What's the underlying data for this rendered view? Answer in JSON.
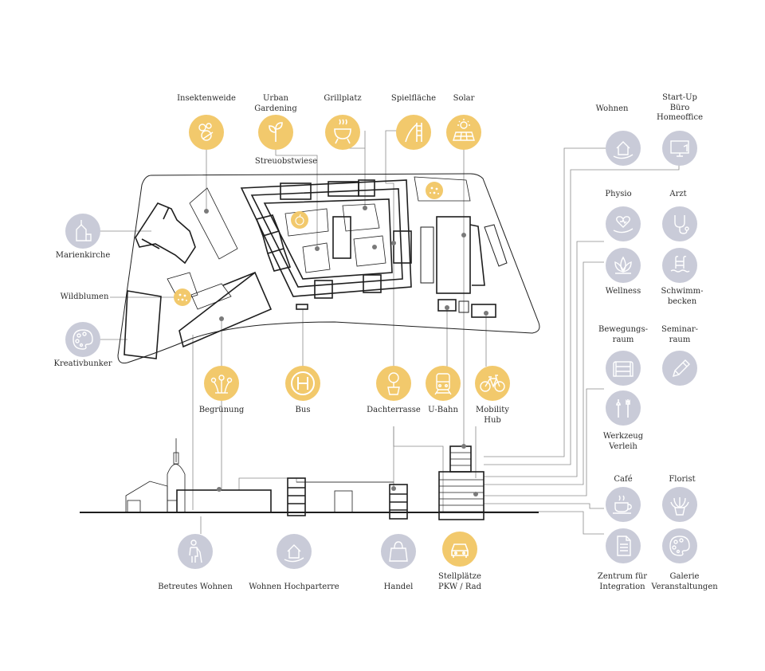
{
  "diagram": {
    "colors": {
      "yellow": "#f2c96c",
      "grey": "#c9cbd8",
      "line": "#1e1e1e",
      "leader": "#8a8a8a",
      "icon": "#ffffff"
    },
    "labels": {
      "insektenweide": "Insektenweide",
      "urban_gardening": "Urban\nGardening",
      "grillplatz": "Grillplatz",
      "spielflaeche": "Spielfläche",
      "solar": "Solar",
      "streuobstwiese": "Streuobstwiese",
      "marienkirche": "Marienkirche",
      "wildblumen": "Wildblumen",
      "kreativbunker": "Kreativbunker",
      "begruenung": "Begrünung",
      "bus": "Bus",
      "dachterrasse": "Dachterrasse",
      "ubahn": "U-Bahn",
      "mobility_hub": "Mobility\nHub",
      "wohnen": "Wohnen",
      "startup": "Start-Up\nBüro\nHomeoffice",
      "physio": "Physio",
      "arzt": "Arzt",
      "wellness": "Wellness",
      "schwimmbecken": "Schwimm-\nbecken",
      "bewegungsraum": "Bewegungs-\nraum",
      "seminarraum": "Seminar-\nraum",
      "werkzeug": "Werkzeug\nVerleih",
      "cafe": "Café",
      "florist": "Florist",
      "zentrum": "Zentrum für\nIntegration",
      "galerie": "Galerie\nVeranstaltungen",
      "betreutes_wohnen": "Betreutes Wohnen",
      "wohnen_hochparterre": "Wohnen Hochparterre",
      "handel": "Handel",
      "stellplaetze": "Stellplätze\nPKW / Rad"
    },
    "icons": {
      "insektenweide": "bee-flower-icon",
      "urban_gardening": "sprout-icon",
      "grillplatz": "grill-icon",
      "spielflaeche": "slide-icon",
      "solar": "solar-panel-icon",
      "streuobstwiese": "apple-icon",
      "wildblumen": "wildflowers-icon",
      "marienkirche": "church-icon",
      "kreativbunker": "palette-icon",
      "begruenung": "plants-icon",
      "bus": "bus-stop-icon",
      "dachterrasse": "potted-tree-icon",
      "ubahn": "subway-train-icon",
      "mobility_hub": "bicycle-icon",
      "wohnen": "house-hand-icon",
      "startup": "computer-icon",
      "physio": "heart-hand-icon",
      "arzt": "stethoscope-icon",
      "wellness": "lotus-icon",
      "schwimmbecken": "pool-ladder-icon",
      "bewegungsraum": "yoga-mat-icon",
      "seminarraum": "pencil-icon",
      "werkzeug": "tools-icon",
      "cafe": "coffee-cup-icon",
      "florist": "flower-pot-icon",
      "zentrum": "document-icon",
      "galerie": "palette-icon",
      "betreutes_wohnen": "elderly-person-icon",
      "wohnen_hochparterre": "house-hand-icon",
      "handel": "shopping-bag-icon",
      "stellplaetze": "car-icon"
    }
  }
}
